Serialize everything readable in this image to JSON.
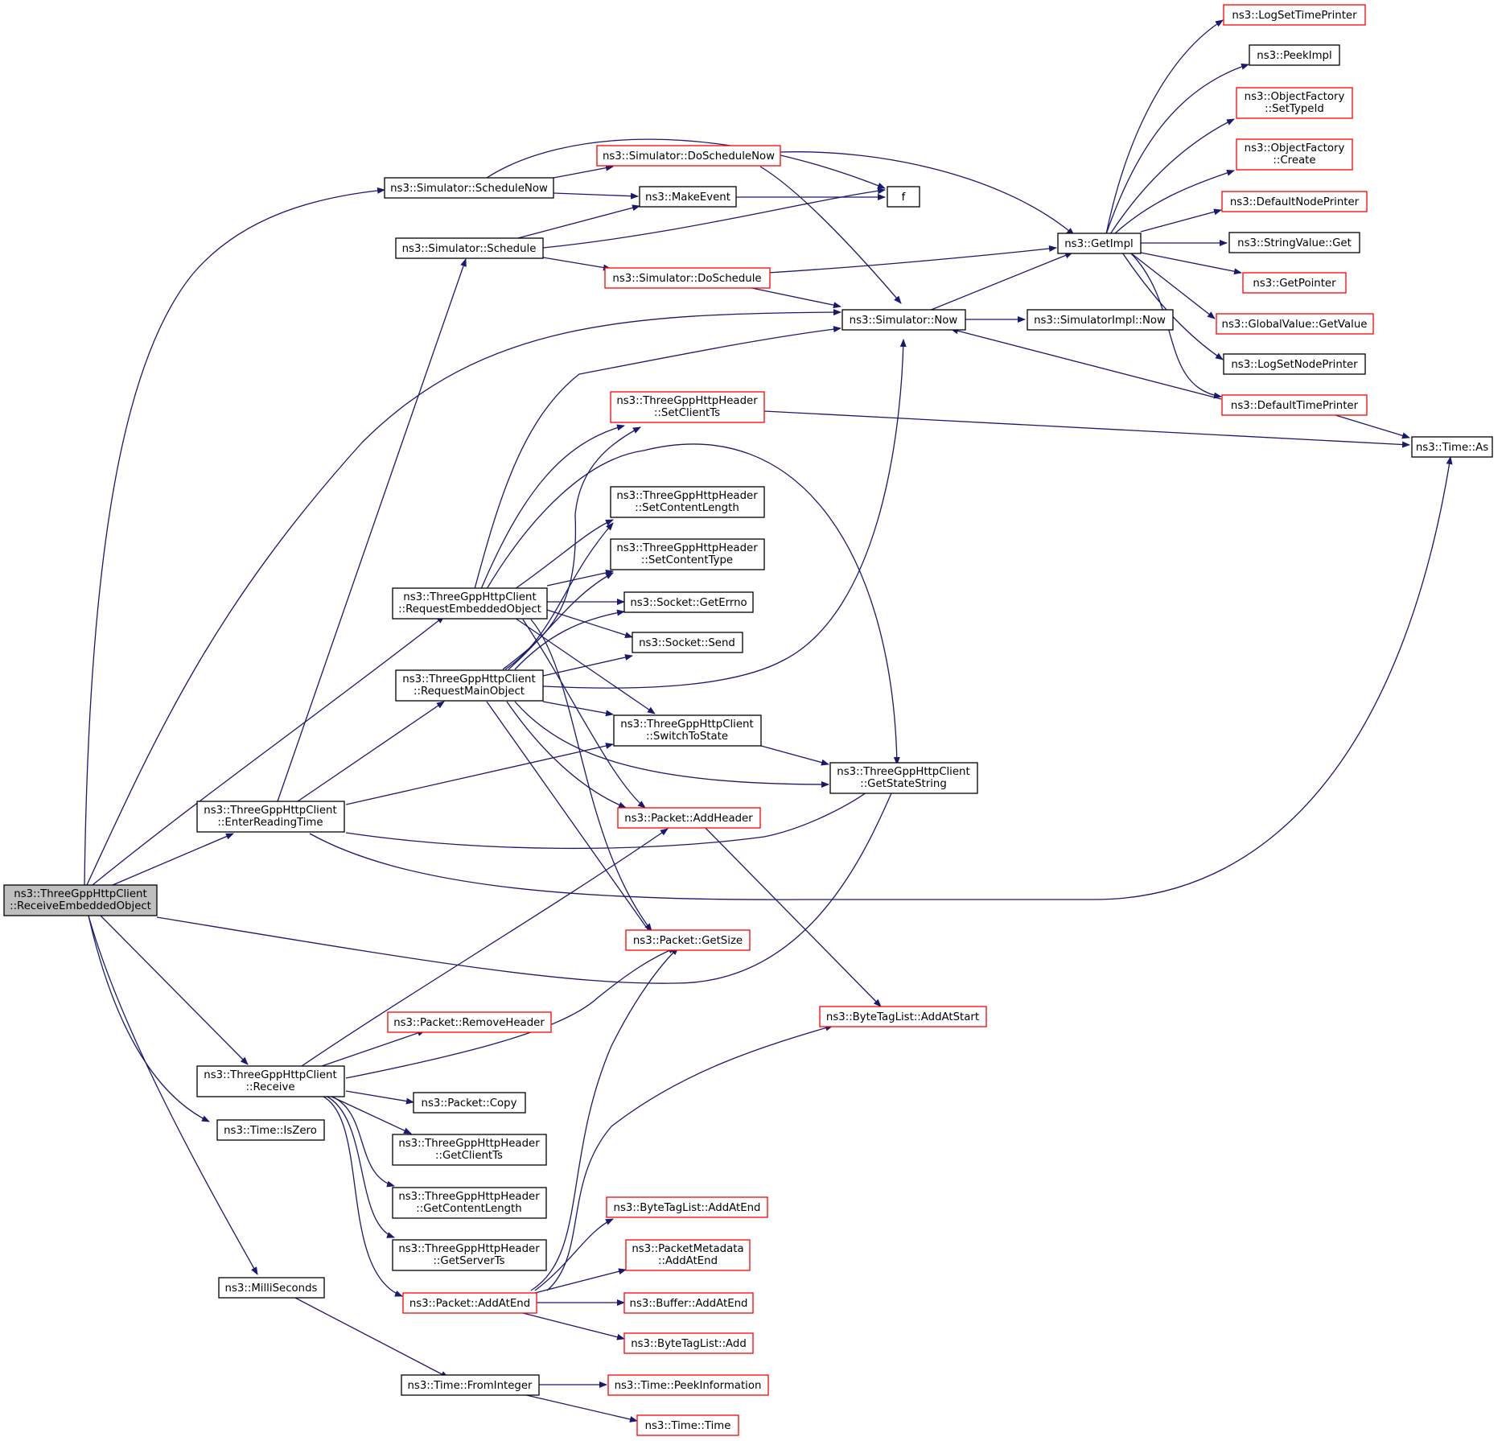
{
  "colors": {
    "edge": "#191970",
    "node_border_documented": "#000000",
    "node_border_undocumented": "#ff0000",
    "root_fill": "#bfbfbf"
  },
  "nodes": {
    "root": [
      "ns3::ThreeGppHttpClient",
      "::ReceiveEmbeddedObject"
    ],
    "scheduleNow": [
      "ns3::Simulator::ScheduleNow"
    ],
    "doScheduleNow": [
      "ns3::Simulator::DoScheduleNow"
    ],
    "makeEvent": [
      "ns3::MakeEvent"
    ],
    "f": [
      "f"
    ],
    "schedule": [
      "ns3::Simulator::Schedule"
    ],
    "doSchedule": [
      "ns3::Simulator::DoSchedule"
    ],
    "simNow": [
      "ns3::Simulator::Now"
    ],
    "simImplNow": [
      "ns3::SimulatorImpl::Now"
    ],
    "getImpl": [
      "ns3::GetImpl"
    ],
    "logSetTimePrinter": [
      "ns3::LogSetTimePrinter"
    ],
    "peekImpl": [
      "ns3::PeekImpl"
    ],
    "ofSetTypeId": [
      "ns3::ObjectFactory",
      "::SetTypeId"
    ],
    "ofCreate": [
      "ns3::ObjectFactory",
      "::Create"
    ],
    "defaultNodePrinter": [
      "ns3::DefaultNodePrinter"
    ],
    "stringValueGet": [
      "ns3::StringValue::Get"
    ],
    "getPointer": [
      "ns3::GetPointer"
    ],
    "globalValueGetValue": [
      "ns3::GlobalValue::GetValue"
    ],
    "logSetNodePrinter": [
      "ns3::LogSetNodePrinter"
    ],
    "defaultTimePrinter": [
      "ns3::DefaultTimePrinter"
    ],
    "timeAs": [
      "ns3::Time::As"
    ],
    "setClientTs": [
      "ns3::ThreeGppHttpHeader",
      "::SetClientTs"
    ],
    "setContentLength": [
      "ns3::ThreeGppHttpHeader",
      "::SetContentLength"
    ],
    "setContentType": [
      "ns3::ThreeGppHttpHeader",
      "::SetContentType"
    ],
    "socketGetErrno": [
      "ns3::Socket::GetErrno"
    ],
    "socketSend": [
      "ns3::Socket::Send"
    ],
    "requestEmbedded": [
      "ns3::ThreeGppHttpClient",
      "::RequestEmbeddedObject"
    ],
    "requestMain": [
      "ns3::ThreeGppHttpClient",
      "::RequestMainObject"
    ],
    "switchToState": [
      "ns3::ThreeGppHttpClient",
      "::SwitchToState"
    ],
    "getStateString": [
      "ns3::ThreeGppHttpClient",
      "::GetStateString"
    ],
    "enterReadingTime": [
      "ns3::ThreeGppHttpClient",
      "::EnterReadingTime"
    ],
    "packetAddHeader": [
      "ns3::Packet::AddHeader"
    ],
    "packetGetSize": [
      "ns3::Packet::GetSize"
    ],
    "byteTagAddAtStart": [
      "ns3::ByteTagList::AddAtStart"
    ],
    "packetRemoveHeader": [
      "ns3::Packet::RemoveHeader"
    ],
    "receive": [
      "ns3::ThreeGppHttpClient",
      "::Receive"
    ],
    "packetCopy": [
      "ns3::Packet::Copy"
    ],
    "timeIsZero": [
      "ns3::Time::IsZero"
    ],
    "getClientTs": [
      "ns3::ThreeGppHttpHeader",
      "::GetClientTs"
    ],
    "getContentLength": [
      "ns3::ThreeGppHttpHeader",
      "::GetContentLength"
    ],
    "getServerTs": [
      "ns3::ThreeGppHttpHeader",
      "::GetServerTs"
    ],
    "byteTagAddAtEnd": [
      "ns3::ByteTagList::AddAtEnd"
    ],
    "pmAddAtEnd": [
      "ns3::PacketMetadata",
      "::AddAtEnd"
    ],
    "packetAddAtEnd": [
      "ns3::Packet::AddAtEnd"
    ],
    "bufferAddAtEnd": [
      "ns3::Buffer::AddAtEnd"
    ],
    "byteTagAdd": [
      "ns3::ByteTagList::Add"
    ],
    "milliSeconds": [
      "ns3::MilliSeconds"
    ],
    "timeFromInteger": [
      "ns3::Time::FromInteger"
    ],
    "timePeekInformation": [
      "ns3::Time::PeekInformation"
    ],
    "timeTime": [
      "ns3::Time::Time"
    ]
  }
}
